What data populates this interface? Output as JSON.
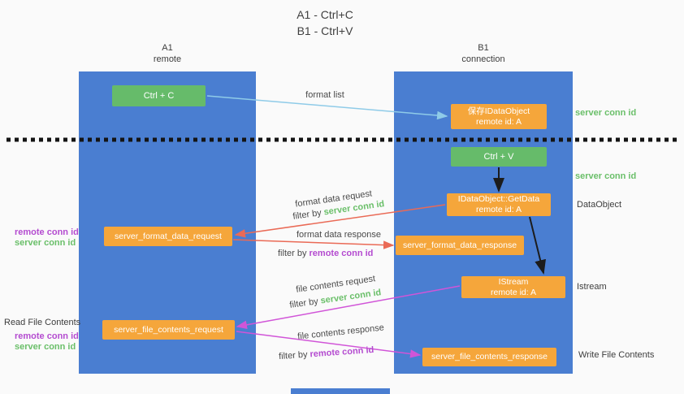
{
  "title": {
    "line1": "A1 - Ctrl+C",
    "line2": "B1 - Ctrl+V"
  },
  "lanes": {
    "left": {
      "id": "A1",
      "role": "remote"
    },
    "right": {
      "id": "B1",
      "role": "connection"
    }
  },
  "nodes": {
    "ctrl_c": {
      "label": "Ctrl + C"
    },
    "ctrl_v": {
      "label": "Ctrl + V"
    },
    "save_dataobject": {
      "line1": "保存IDataObject",
      "line2": "remote id: A"
    },
    "getdata": {
      "line1": "IDataObject::GetData",
      "line2": "remote id: A"
    },
    "istream": {
      "line1": "IStream",
      "line2": "remote id: A"
    },
    "format_request": {
      "label": "server_format_data_request"
    },
    "format_response": {
      "label": "server_format_data_response"
    },
    "file_request": {
      "label": "server_file_contents_request"
    },
    "file_response": {
      "label": "server_file_contents_response"
    }
  },
  "edge_labels": {
    "format_list": "format list",
    "format_data_request": "format data request",
    "format_data_response": "format data response",
    "file_contents_request": "file contents request",
    "file_contents_response": "file contents response",
    "filter_by": "filter by",
    "server_conn_id": "server conn id",
    "remote_conn_id": "remote conn id"
  },
  "annotations": {
    "server_conn_id_top": "server conn id",
    "server_conn_id_mid": "server conn id",
    "dataobject": "DataObject",
    "istream": "Istream",
    "read_file_contents": "Read File Contents",
    "write_file_contents": "Write File Contents",
    "remote_conn_id_left_1": "remote conn id",
    "server_conn_id_left_1": "server conn id",
    "remote_conn_id_left_2": "remote conn id",
    "server_conn_id_left_2": "server conn id"
  },
  "colors": {
    "lane_blue": "#4a7ed1",
    "node_green": "#66bb6a",
    "node_orange": "#f5a63b",
    "arrow_red": "#ea6a56",
    "arrow_magenta": "#d155d8",
    "arrow_light_blue": "#8fcbe8",
    "arrow_black": "#1c1c1c",
    "text_green": "#6abf69",
    "text_purple": "#b44bd0"
  }
}
